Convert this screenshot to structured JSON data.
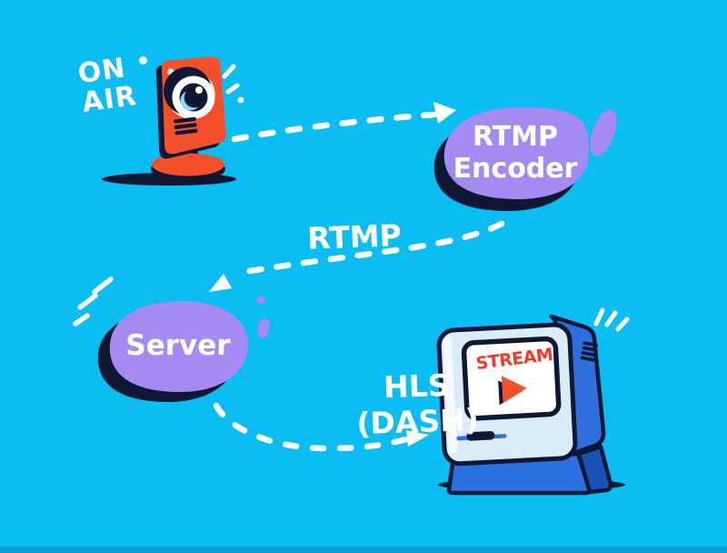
{
  "diagram": {
    "type": "flow",
    "description_colors": {
      "background": "#0abdf2",
      "footer_strip": "#0d9fd8",
      "bubble_purple": "#a58af2",
      "outline_navy": "#0e1734",
      "camera_red": "#f4502c",
      "stream_red": "#f4392b",
      "monitor_face": "#d9ecf8",
      "monitor_side": "#2e6fdd",
      "monitor_base": "#2a70de",
      "arrow_white": "#ffffff",
      "lens_highlight_blue": "#8fd9f8"
    },
    "nodes": {
      "camera": {
        "badge_line1": "ON",
        "badge_line2": "AIR",
        "icon": "webcam-icon"
      },
      "encoder": {
        "label": "RTMP Encoder"
      },
      "server": {
        "label": "Server"
      },
      "viewer": {
        "screen_label": "STREAM",
        "icon": "retro-computer-icon"
      }
    },
    "edges": [
      {
        "from": "camera",
        "to": "encoder",
        "label": ""
      },
      {
        "from": "encoder",
        "to": "server",
        "label": "RTMP"
      },
      {
        "from": "server",
        "to": "viewer",
        "label": "HLS (DASH)"
      }
    ]
  }
}
